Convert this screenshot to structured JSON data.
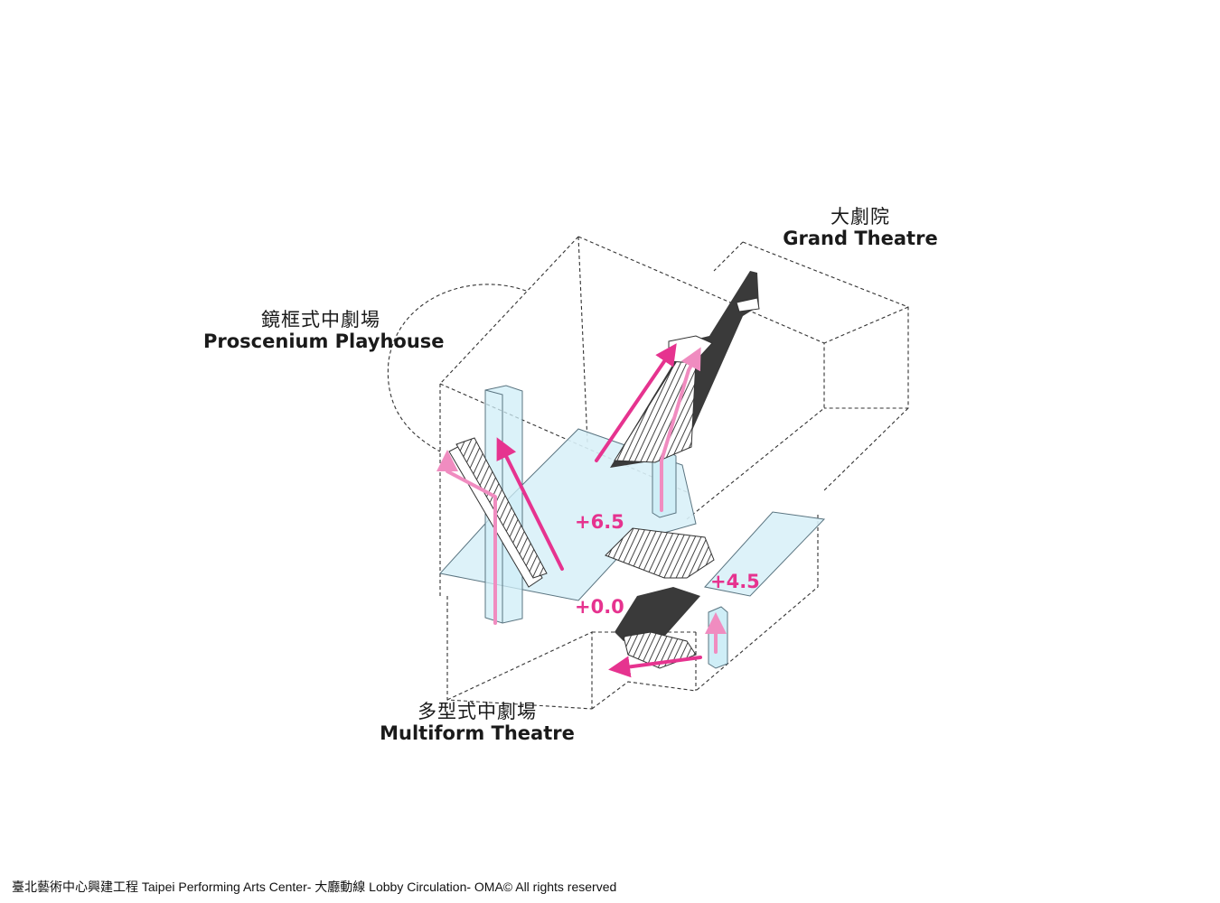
{
  "labels": {
    "grand_theatre": {
      "zh": "大劇院",
      "en": "Grand Theatre"
    },
    "proscenium_playhouse": {
      "zh": "鏡框式中劇場",
      "en": "Proscenium Playhouse"
    },
    "multiform_theatre": {
      "zh": "多型式中劇場",
      "en": "Multiform Theatre"
    }
  },
  "levels": {
    "level_6_5": "+6.5",
    "level_4_5": "+4.5",
    "level_0_0": "+0.0"
  },
  "caption": "臺北藝術中心興建工程  Taipei Performing Arts Center- 大廳動線 Lobby Circulation- OMA© All rights reserved",
  "colors": {
    "arrow_main": "#e6338f",
    "arrow_light": "#f08cc0",
    "floor_fill": "#d9f1f8",
    "floor_stroke": "#5a7480",
    "volume_line": "#333333",
    "stair_dark": "#3a3a3a"
  }
}
